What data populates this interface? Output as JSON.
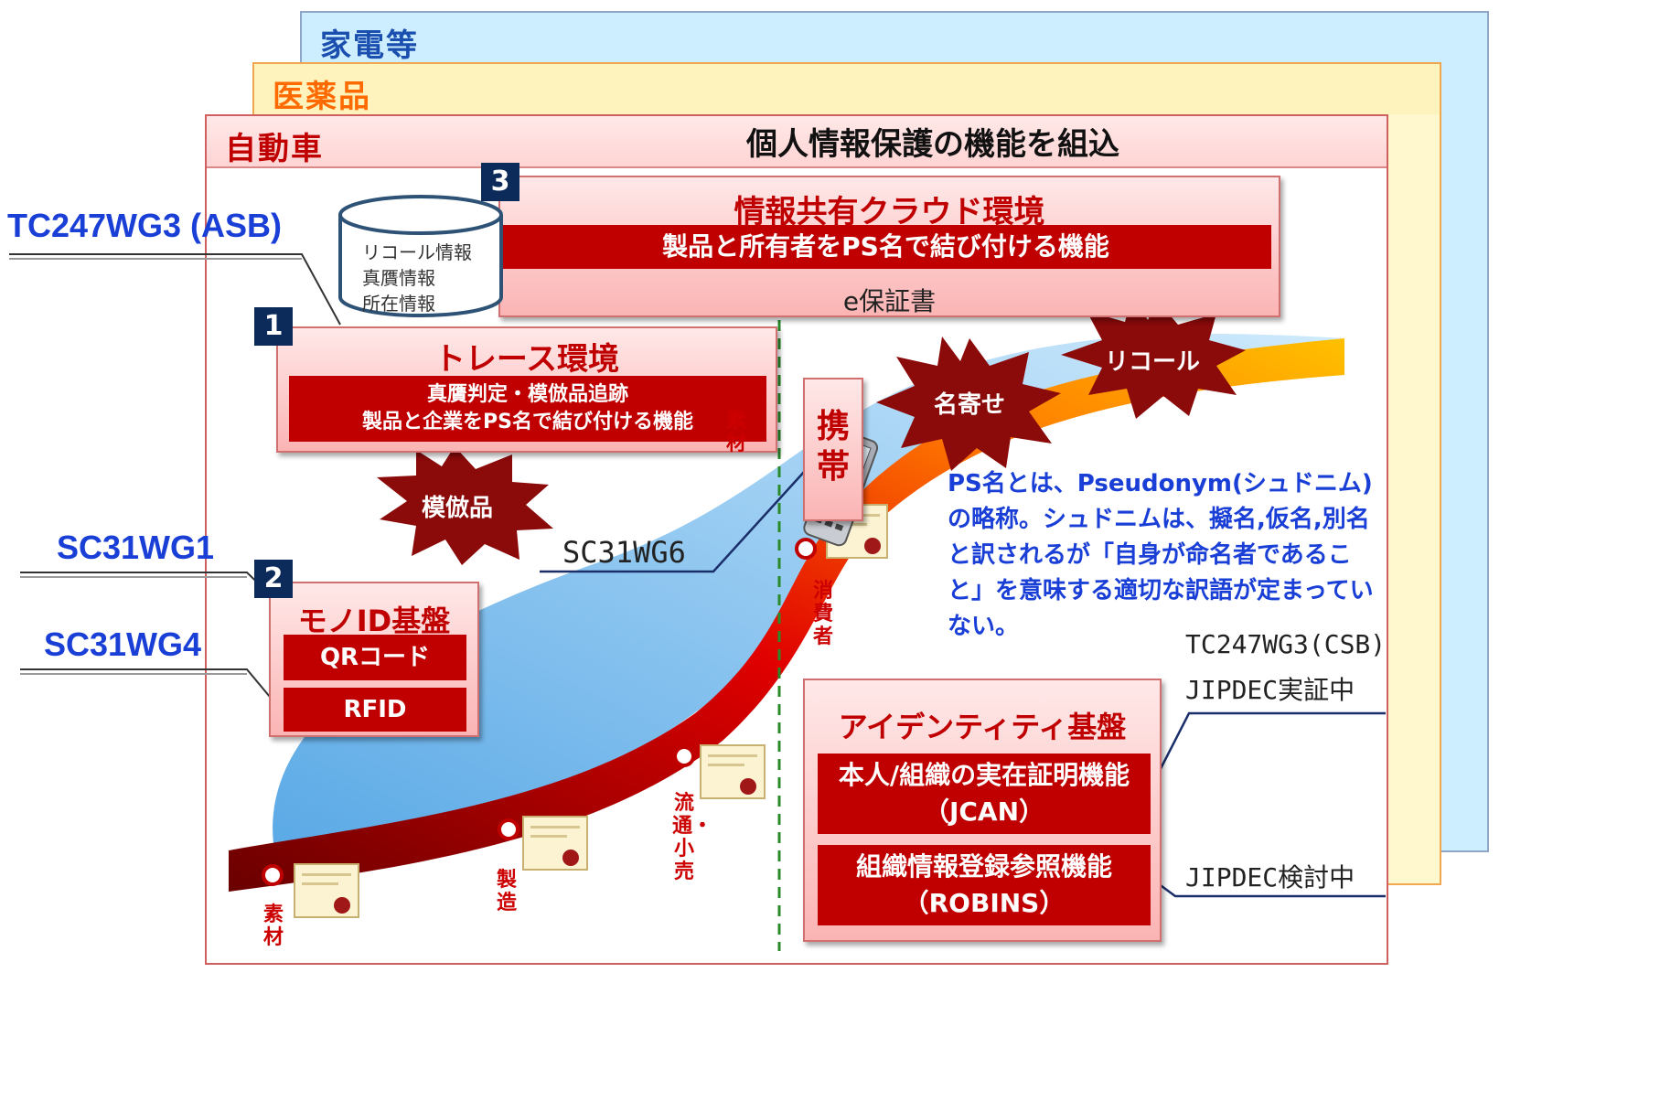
{
  "layers": {
    "kaden": "家電等",
    "iyaku": "医薬品",
    "jidousha": "自動車"
  },
  "main_title": "個人情報保護の機能を組込",
  "database": {
    "lines": [
      "リコール情報",
      "真贋情報",
      "所在情報"
    ]
  },
  "numbers": [
    "1",
    "2",
    "3"
  ],
  "cloud": {
    "title": "情報共有クラウド環境",
    "bar": "製品と所有者をPS名で結び付ける機能",
    "footer": "e保証書"
  },
  "trace": {
    "title": "トレース環境",
    "line1": "真贋判定・模倣品追跡",
    "line2": "製品と企業をPS名で結び付ける機能"
  },
  "mono_id": {
    "title": "モノID基盤",
    "qr": "QRコード",
    "rfid": "RFID"
  },
  "identity": {
    "title": "アイデンティティ基盤",
    "bar1": "本人/組織の実在証明機能（JCAN）",
    "bar2": "組織情報登録参照機能（ROBINS）"
  },
  "mobile_label": "携帯",
  "starbursts": {
    "mohouhin": "模倣品",
    "nayose": "名寄せ",
    "recall": "リコール"
  },
  "standards": {
    "tc247_asb": "TC247WG3 (ASB)",
    "sc31wg1": "SC31WG1",
    "sc31wg4": "SC31WG4",
    "sc31wg6": "SC31WG6",
    "tc247_csb": "TC247WG3(CSB)",
    "jipdec_jissho": "JIPDEC実証中",
    "jipdec_kento": "JIPDEC検討中"
  },
  "note": "PS名とは、Pseudonym(シュドニム)の略称。シュドニムは、擬名,仮名,別名と訳されるが「自身が命名者であること」を意味する適切な訳語が定まっていない。",
  "stages": {
    "sozai_small": "素材",
    "sozai": "素材",
    "seizou": "製造",
    "ryutsu": "流通・小売",
    "shohisha": "消費者"
  },
  "colors": {
    "dark_red": "#c00000",
    "title_blue": "#1a3fd6",
    "navy": "#0c2a5a"
  }
}
